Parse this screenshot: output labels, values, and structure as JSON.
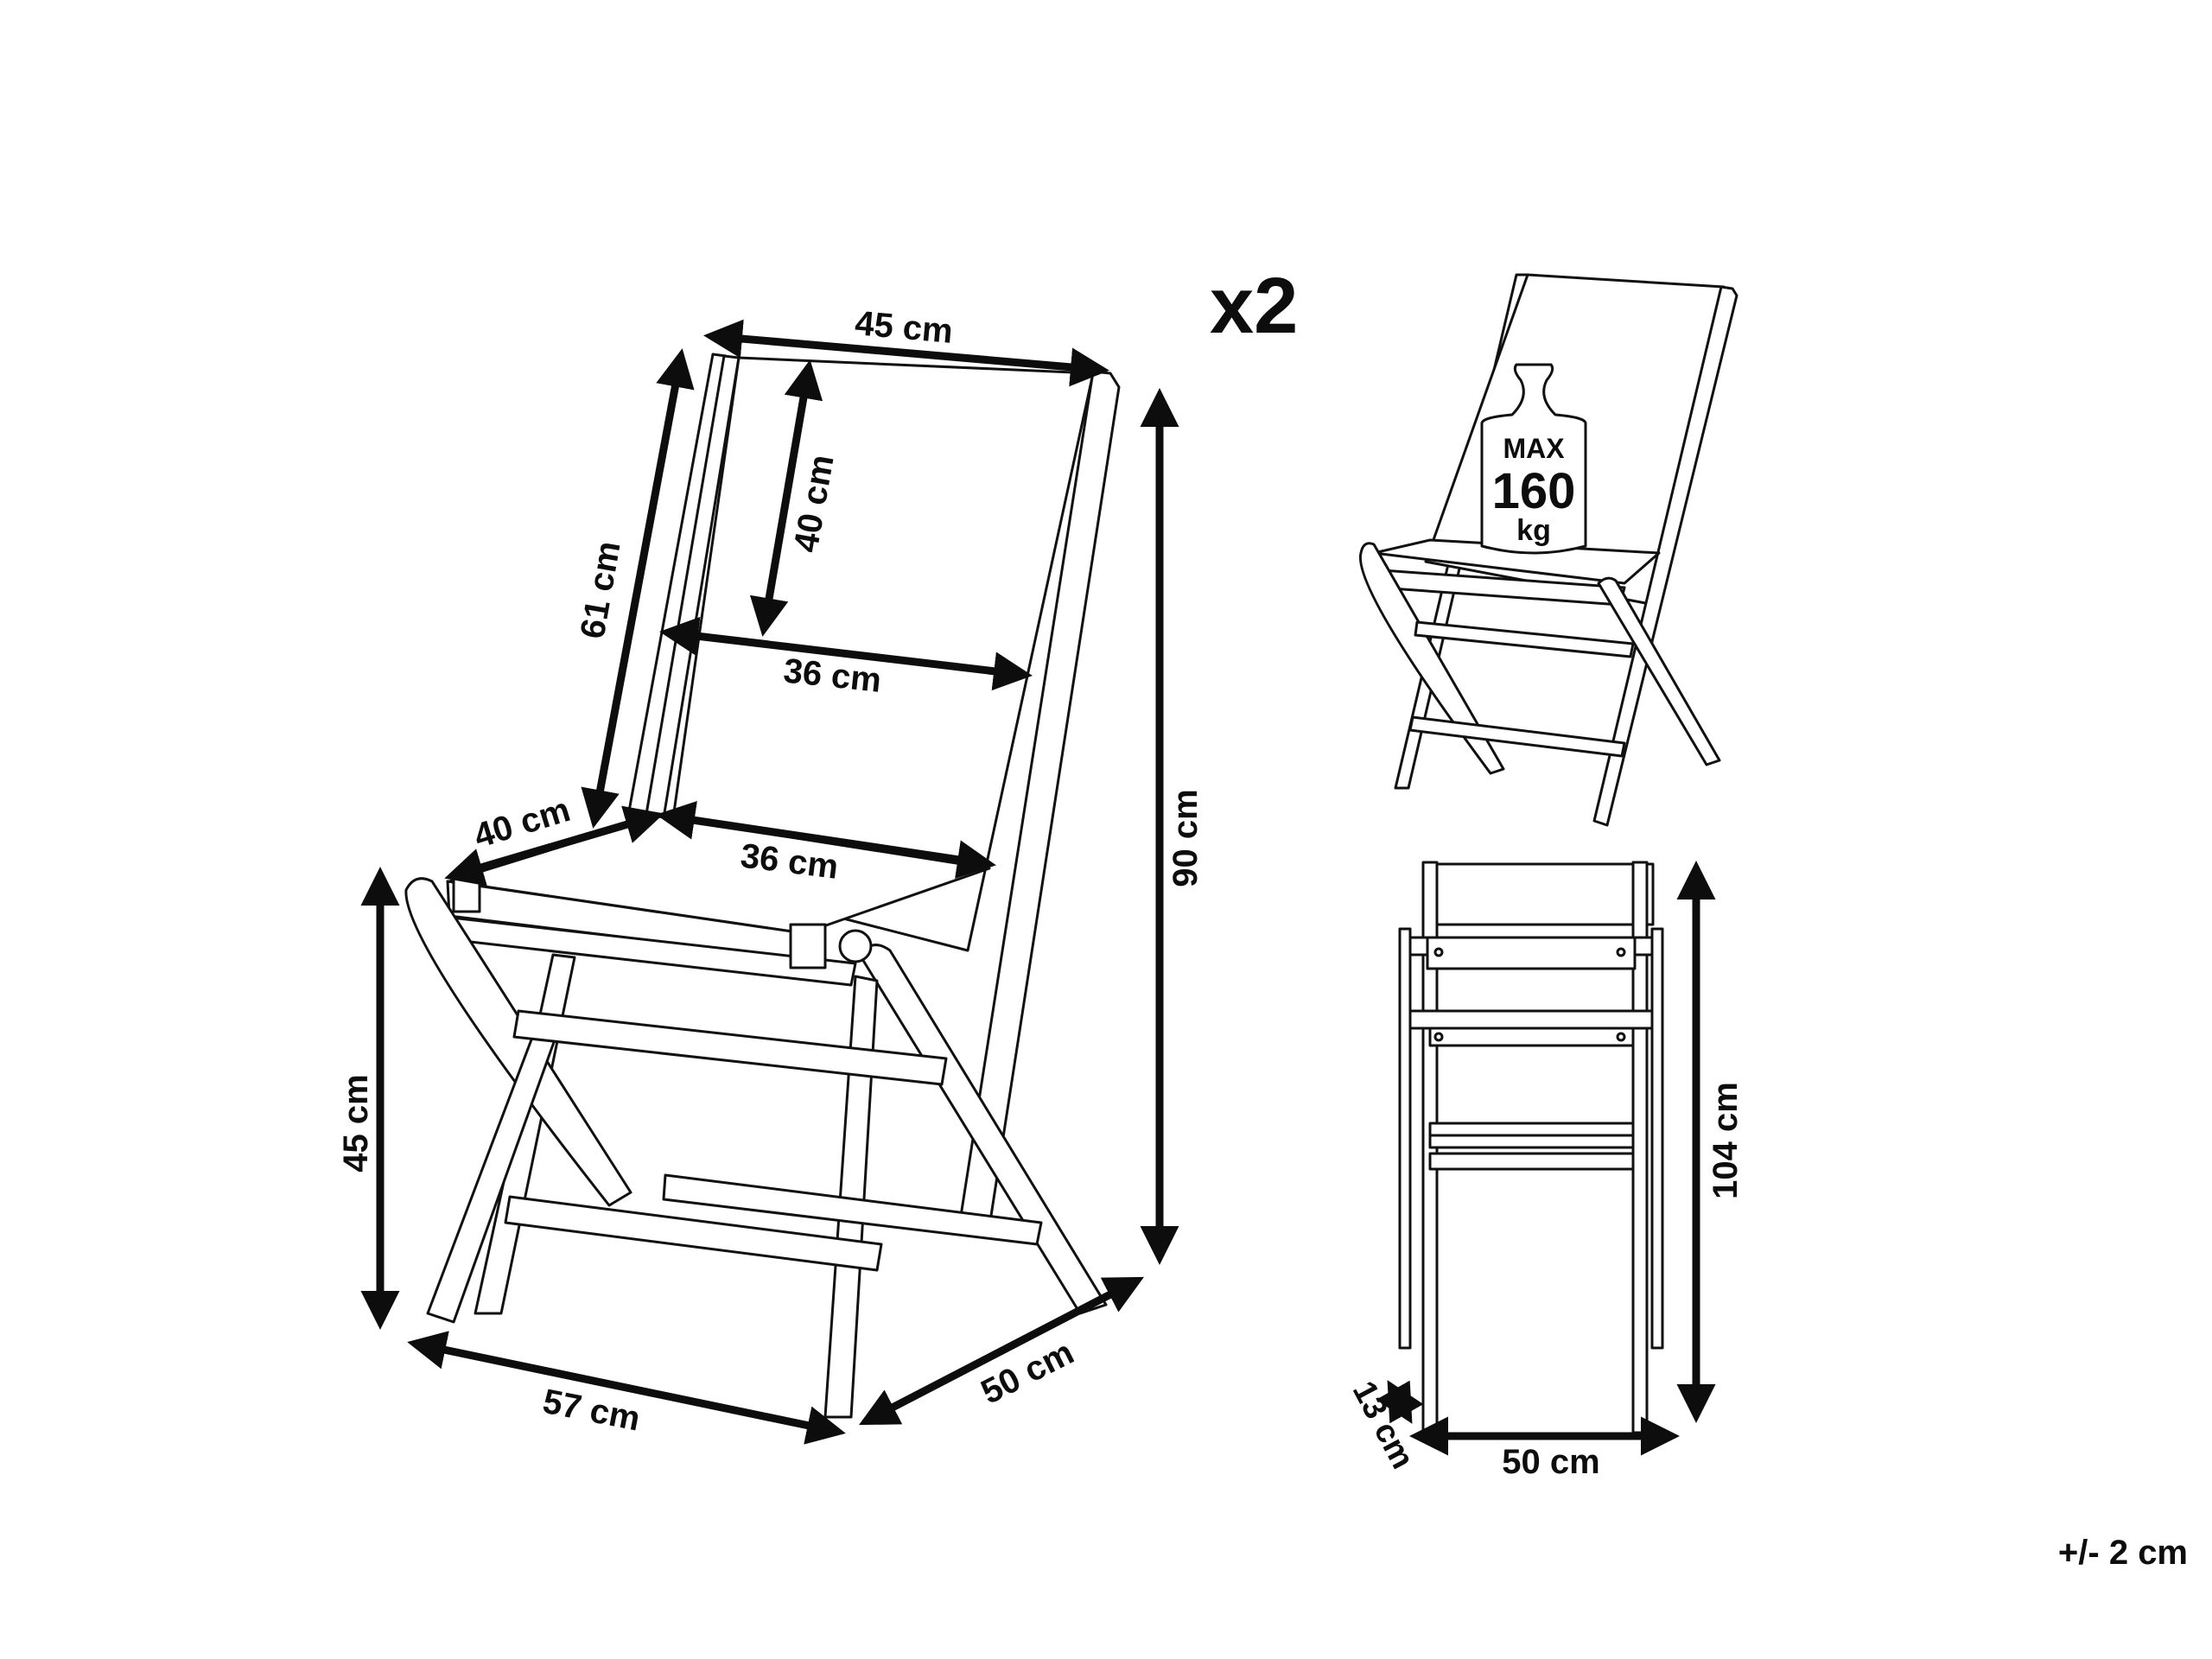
{
  "quantity": "x2",
  "tolerance": "+/- 2 cm",
  "main_view": {
    "backrest_width": "45 cm",
    "backrest_fabric_height": "40 cm",
    "backrest_height": "61 cm",
    "backrest_fabric_width": "36 cm",
    "total_height": "90 cm",
    "seat_depth": "40 cm",
    "seat_width": "36 cm",
    "seat_height": "45 cm",
    "depth": "57 cm",
    "width": "50 cm"
  },
  "load_view": {
    "weight_line1": "MAX",
    "weight_line2": "160",
    "weight_line3": "kg"
  },
  "folded_view": {
    "folded_height": "104 cm",
    "folded_width": "50 cm",
    "folded_thickness": "13 cm"
  },
  "colors": {
    "line": "#111111",
    "background": "#ffffff"
  }
}
